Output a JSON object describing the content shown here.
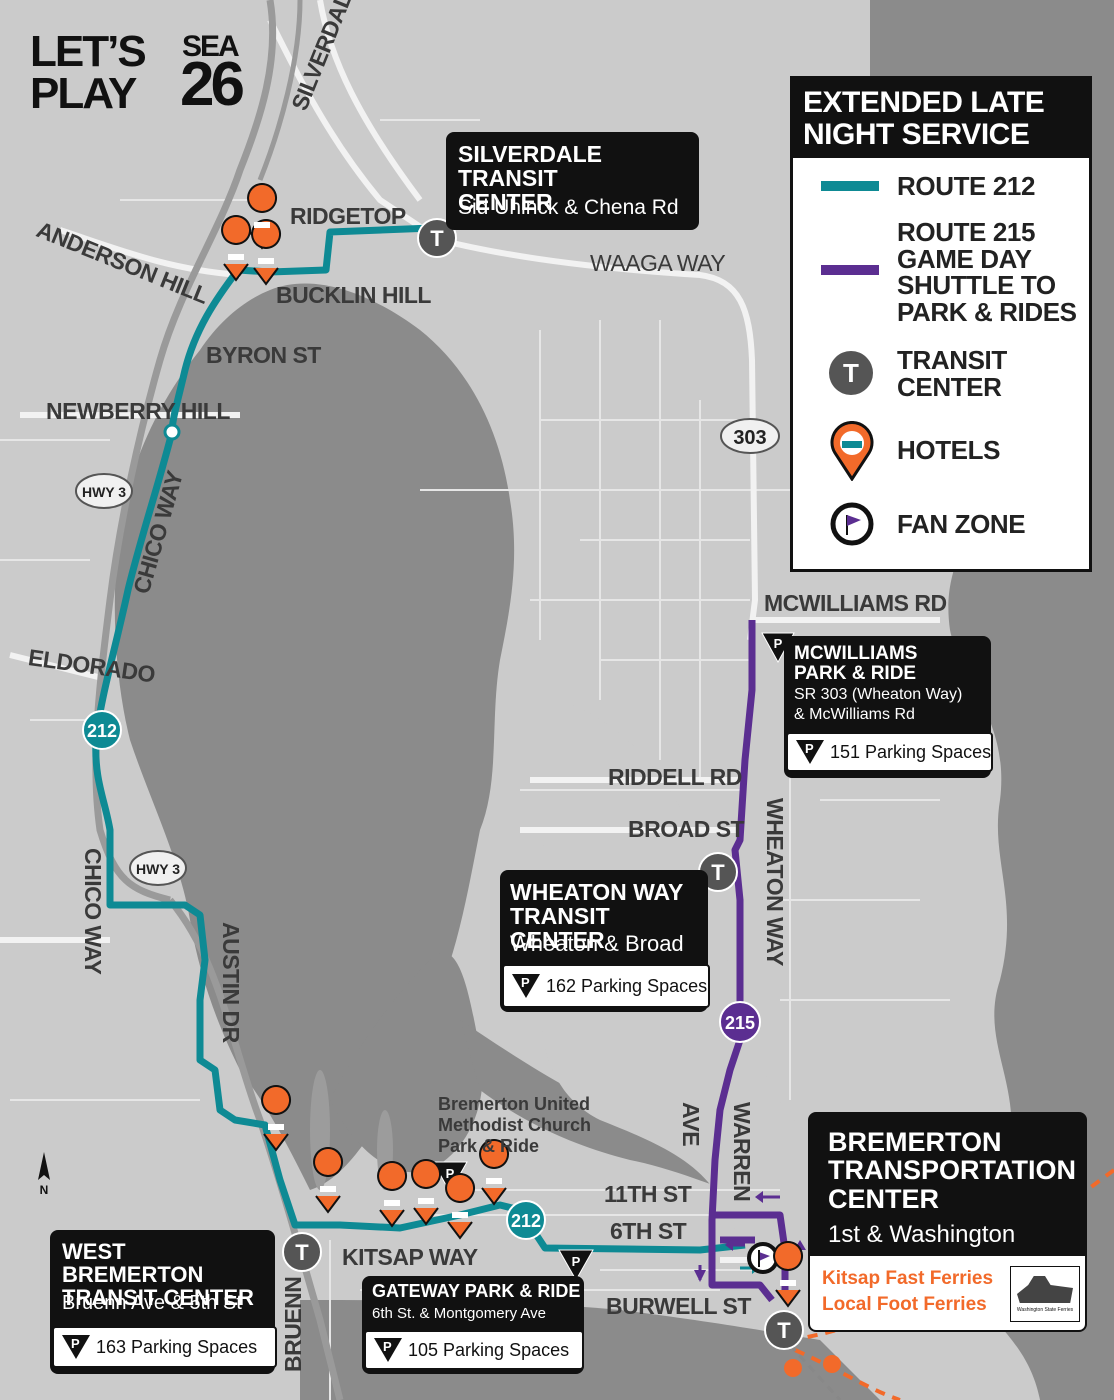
{
  "logo": {
    "line1": "LET’S",
    "line2": "PLAY",
    "sea": "SEA",
    "year": "26"
  },
  "legend": {
    "title": "EXTENDED LATE NIGHT SERVICE",
    "items": [
      {
        "key": "route212",
        "label": "ROUTE 212",
        "color": "#0e8a94"
      },
      {
        "key": "route215",
        "label": "ROUTE 215 GAME DAY SHUTTLE TO PARK & RIDES",
        "color": "#5b2e91"
      },
      {
        "key": "transit",
        "label": "TRANSIT CENTER",
        "icon": "transit-center-icon"
      },
      {
        "key": "hotels",
        "label": "HOTELS",
        "icon": "hotel-pin-icon",
        "color": "#f26a2a"
      },
      {
        "key": "fanzone",
        "label": "FAN ZONE",
        "icon": "fan-zone-flag-icon"
      }
    ]
  },
  "streets": {
    "silverdale_way": "SILVERDALE WAY",
    "ridgetop": "RIDGETOP",
    "anderson_hill": "ANDERSON HILL",
    "bucklin_hill": "BUCKLIN HILL",
    "waaga_way": "WAAGA WAY",
    "byron_st": "BYRON ST",
    "newberry_hill": "NEWBERRY HILL",
    "chico_way_upper": "CHICO WAY",
    "chico_way_lower": "CHICO WAY",
    "eldorado": "ELDORADO",
    "austin_dr": "AUSTIN DR",
    "mcwilliams_rd": "MCWILLIAMS RD",
    "riddell_rd": "RIDDELL RD",
    "broad_st": "BROAD ST",
    "wheaton_way": "WHEATON WAY",
    "warren_ave_1": "WARREN",
    "warren_ave_2": "AVE",
    "eleventh_st": "11TH ST",
    "sixth_st": "6TH ST",
    "burwell_st": "BURWELL ST",
    "kitsap_way": "KITSAP WAY",
    "bruenn": "BRUENN"
  },
  "shields": {
    "hwy3_upper": "HWY 3",
    "hwy3_lower": "HWY 3",
    "sr303": "303",
    "r212_north": "212",
    "r212_south": "212",
    "r215": "215"
  },
  "places": {
    "silverdale": {
      "title": "SILVERDALE TRANSIT CENTER",
      "sub": "Sid Uhinck & Chena Rd"
    },
    "mcwilliams": {
      "title": "MCWILLIAMS PARK & RIDE",
      "sub1": "SR 303 (Wheaton Way)",
      "sub2": "& McWilliams Rd",
      "parking": "151 Parking Spaces"
    },
    "wheaton": {
      "title": "WHEATON WAY TRANSIT CENTER",
      "sub": "Wheaton & Broad",
      "parking": "162 Parking Spaces"
    },
    "bremerton_tc": {
      "title": "BREMERTON TRANSPORTATION CENTER",
      "sub": "1st & Washington",
      "ferry1": "Kitsap Fast Ferries",
      "ferry2": "Local Foot Ferries",
      "wsf": "Washington State Ferries"
    },
    "west_bremerton": {
      "title": "WEST BREMERTON TRANSIT CENTER",
      "sub": "Bruenn Ave & 5th St",
      "parking": "163 Parking Spaces"
    },
    "gateway": {
      "title": "GATEWAY PARK & RIDE",
      "sub": "6th St. & Montgomery Ave",
      "parking": "105 Parking Spaces"
    },
    "church": {
      "line1": "Bremerton United",
      "line2": "Methodist Church",
      "line3": "Park & Ride"
    }
  },
  "parking_glyph": "P",
  "transit_glyph": "T",
  "north": "N",
  "colors": {
    "route212": "#0e8a94",
    "route215": "#5b2e91",
    "hotel": "#f26a2a",
    "water": "#8a8a8a",
    "land": "#c8c8c8",
    "ferry": "#f26a2a"
  }
}
